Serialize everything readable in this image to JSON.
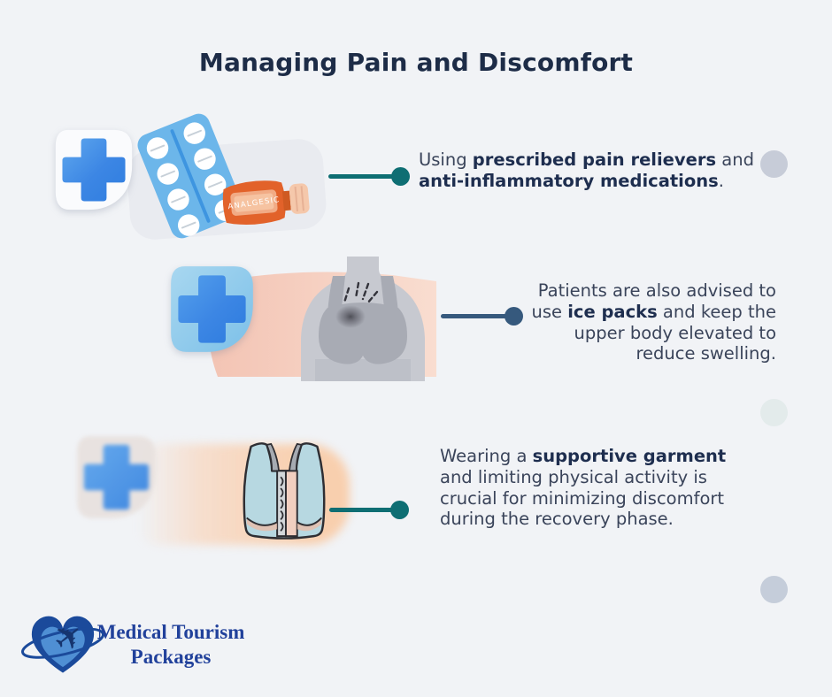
{
  "page": {
    "background": "#f1f3f6",
    "title": "Managing Pain and Discomfort"
  },
  "colors": {
    "title_text": "#1d2c47",
    "body_text": "#3a445a",
    "bold_text": "#1e2e4f",
    "teal_accent": "#0e6e73",
    "steel_accent": "#36597d",
    "cross_blue": "#3c86e4",
    "blister_blue": "#6cb6ea",
    "tube_orange": "#e2622a",
    "garment_blue": "#b7d8e1",
    "peach": "#f6cab8",
    "logo_blue": "#21419b"
  },
  "sections": [
    {
      "icons": [
        "medical-cross-icon",
        "pill-blister-icon",
        "analgesic-tube-icon"
      ],
      "tube_label": "ANALGESIC",
      "connector_color": "#0e6e73",
      "text_align": "left",
      "segments": [
        {
          "text": "Using  ",
          "bold": false
        },
        {
          "text": "prescribed pain relievers",
          "bold": true
        },
        {
          "text": " and\n",
          "bold": false
        },
        {
          "text": "anti-inflammatory medications",
          "bold": true
        },
        {
          "text": ".",
          "bold": false
        }
      ]
    },
    {
      "icons": [
        "medical-cross-icon",
        "patient-torso-icon"
      ],
      "connector_color": "#36597d",
      "text_align": "right",
      "segments": [
        {
          "text": "Patients are also advised to\nuse ",
          "bold": false
        },
        {
          "text": "ice packs",
          "bold": true
        },
        {
          "text": " and keep the\nupper body elevated to\nreduce swelling.",
          "bold": false
        }
      ]
    },
    {
      "icons": [
        "medical-cross-icon",
        "supportive-garment-icon"
      ],
      "connector_color": "#0e6e73",
      "text_align": "left",
      "segments": [
        {
          "text": "Wearing a ",
          "bold": false
        },
        {
          "text": "supportive garment",
          "bold": true
        },
        {
          "text": "\nand limiting physical activity is\ncrucial for minimizing discomfort\nduring the recovery phase.",
          "bold": false
        }
      ]
    }
  ],
  "decor": {
    "side_circles": [
      {
        "color": "#c7ccd8"
      },
      {
        "color": "#e3ebeb"
      },
      {
        "color": "#c5cdda"
      }
    ]
  },
  "logo": {
    "line1": "Medical Tourism",
    "line2": "Packages"
  }
}
